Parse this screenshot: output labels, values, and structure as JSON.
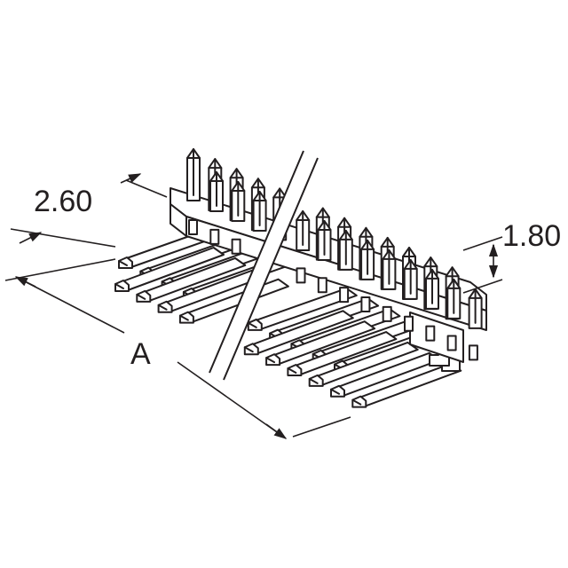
{
  "diagram": {
    "labels": {
      "pitch": "2.60",
      "height": "1.80",
      "length": "A"
    },
    "colors": {
      "ink": "#231f20",
      "paper": "#ffffff"
    },
    "component": "right-angle-dual-row-pin-header"
  }
}
